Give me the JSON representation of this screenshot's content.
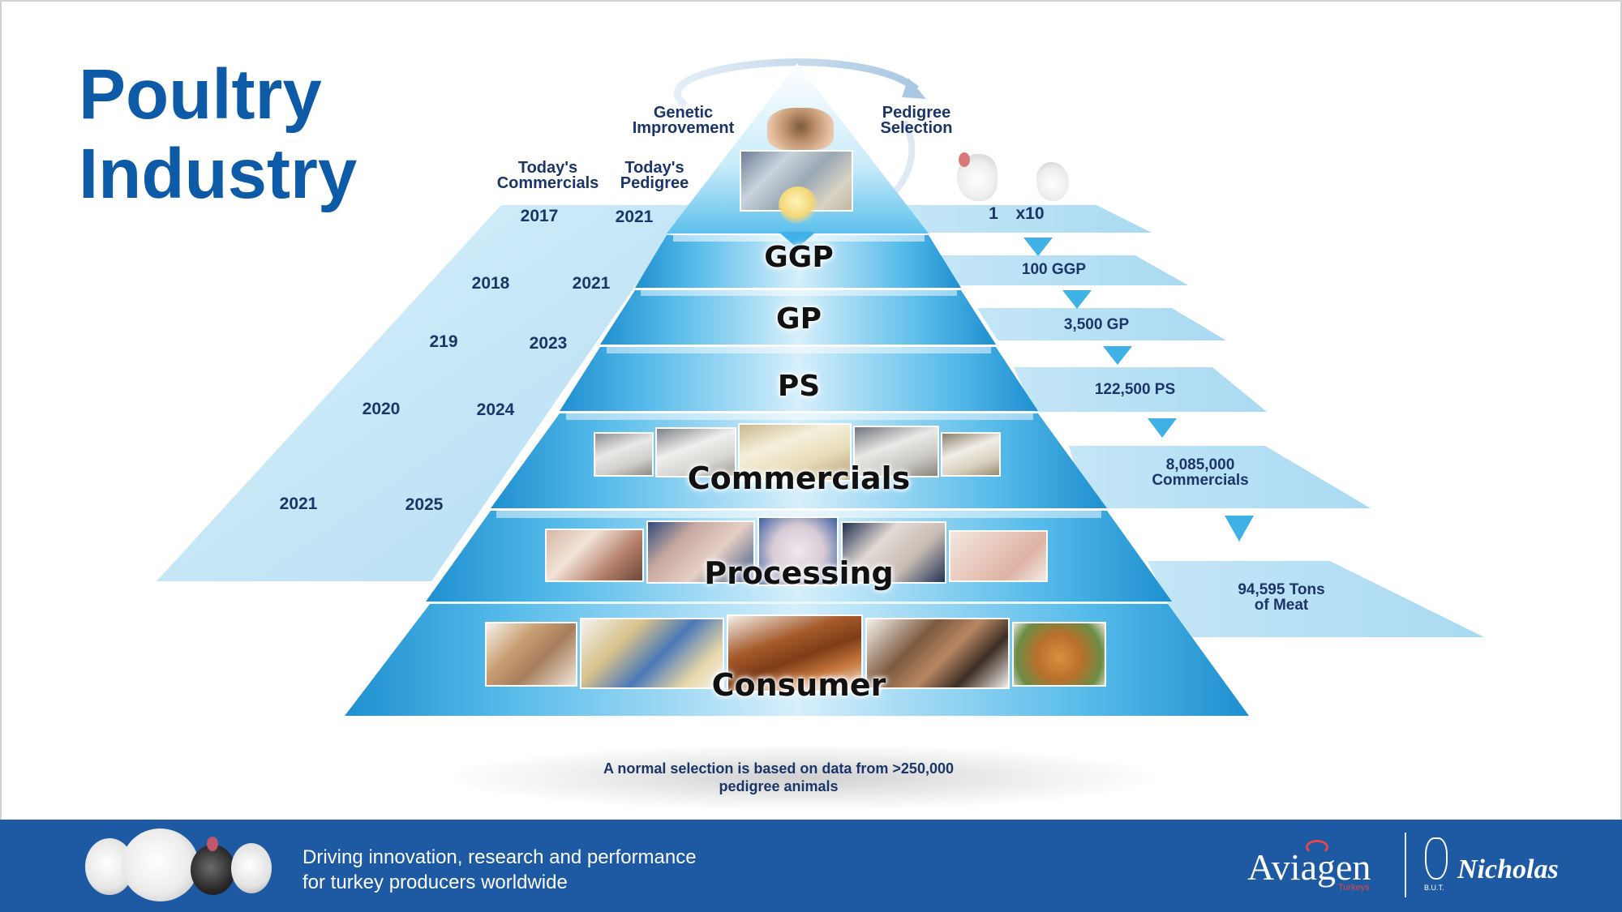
{
  "title": {
    "line1": "Poultry",
    "line2": "Industry"
  },
  "cycle": {
    "left_label_1": "Genetic",
    "left_label_2": "Improvement",
    "right_label_1": "Pedigree",
    "right_label_2": "Selection"
  },
  "left_wing": {
    "col1_header_1": "Today's",
    "col1_header_2": "Commercials",
    "col2_header_1": "Today's",
    "col2_header_2": "Pedigree",
    "rows": [
      {
        "commercials": "2017",
        "pedigree": "2021"
      },
      {
        "commercials": "2018",
        "pedigree": "2021"
      },
      {
        "commercials": "219",
        "pedigree": "2023"
      },
      {
        "commercials": "2020",
        "pedigree": "2024"
      },
      {
        "commercials": "2021",
        "pedigree": "2025"
      }
    ]
  },
  "pyramid": {
    "tiers": [
      "GGP",
      "GP",
      "PS",
      "Commercials",
      "Processing",
      "Consumer"
    ]
  },
  "right_wing": {
    "top_1": "1",
    "top_2": "x10",
    "steps": [
      "100 GGP",
      "3,500 GP",
      "122,500 PS"
    ],
    "commercials_1": "8,085,000",
    "commercials_2": "Commercials",
    "meat_1": "94,595 Tons",
    "meat_2": "of Meat"
  },
  "note": {
    "line1": "A normal selection is based on data from >250,000",
    "line2": "pedigree animals"
  },
  "footer": {
    "tagline_1": "Driving innovation, research and performance",
    "tagline_2": "for turkey producers worldwide",
    "brand_main": "Aviagen",
    "brand_sub": "Turkeys",
    "but_label": "B.U.T.",
    "nicholas": "Nicholas"
  },
  "colors": {
    "title_blue": "#0d5aa7",
    "footer_blue": "#1d5aa3",
    "panel_light": "#bfe4f6",
    "pyramid_blue": "#2ea6e0",
    "text_navy": "#1b3568"
  }
}
